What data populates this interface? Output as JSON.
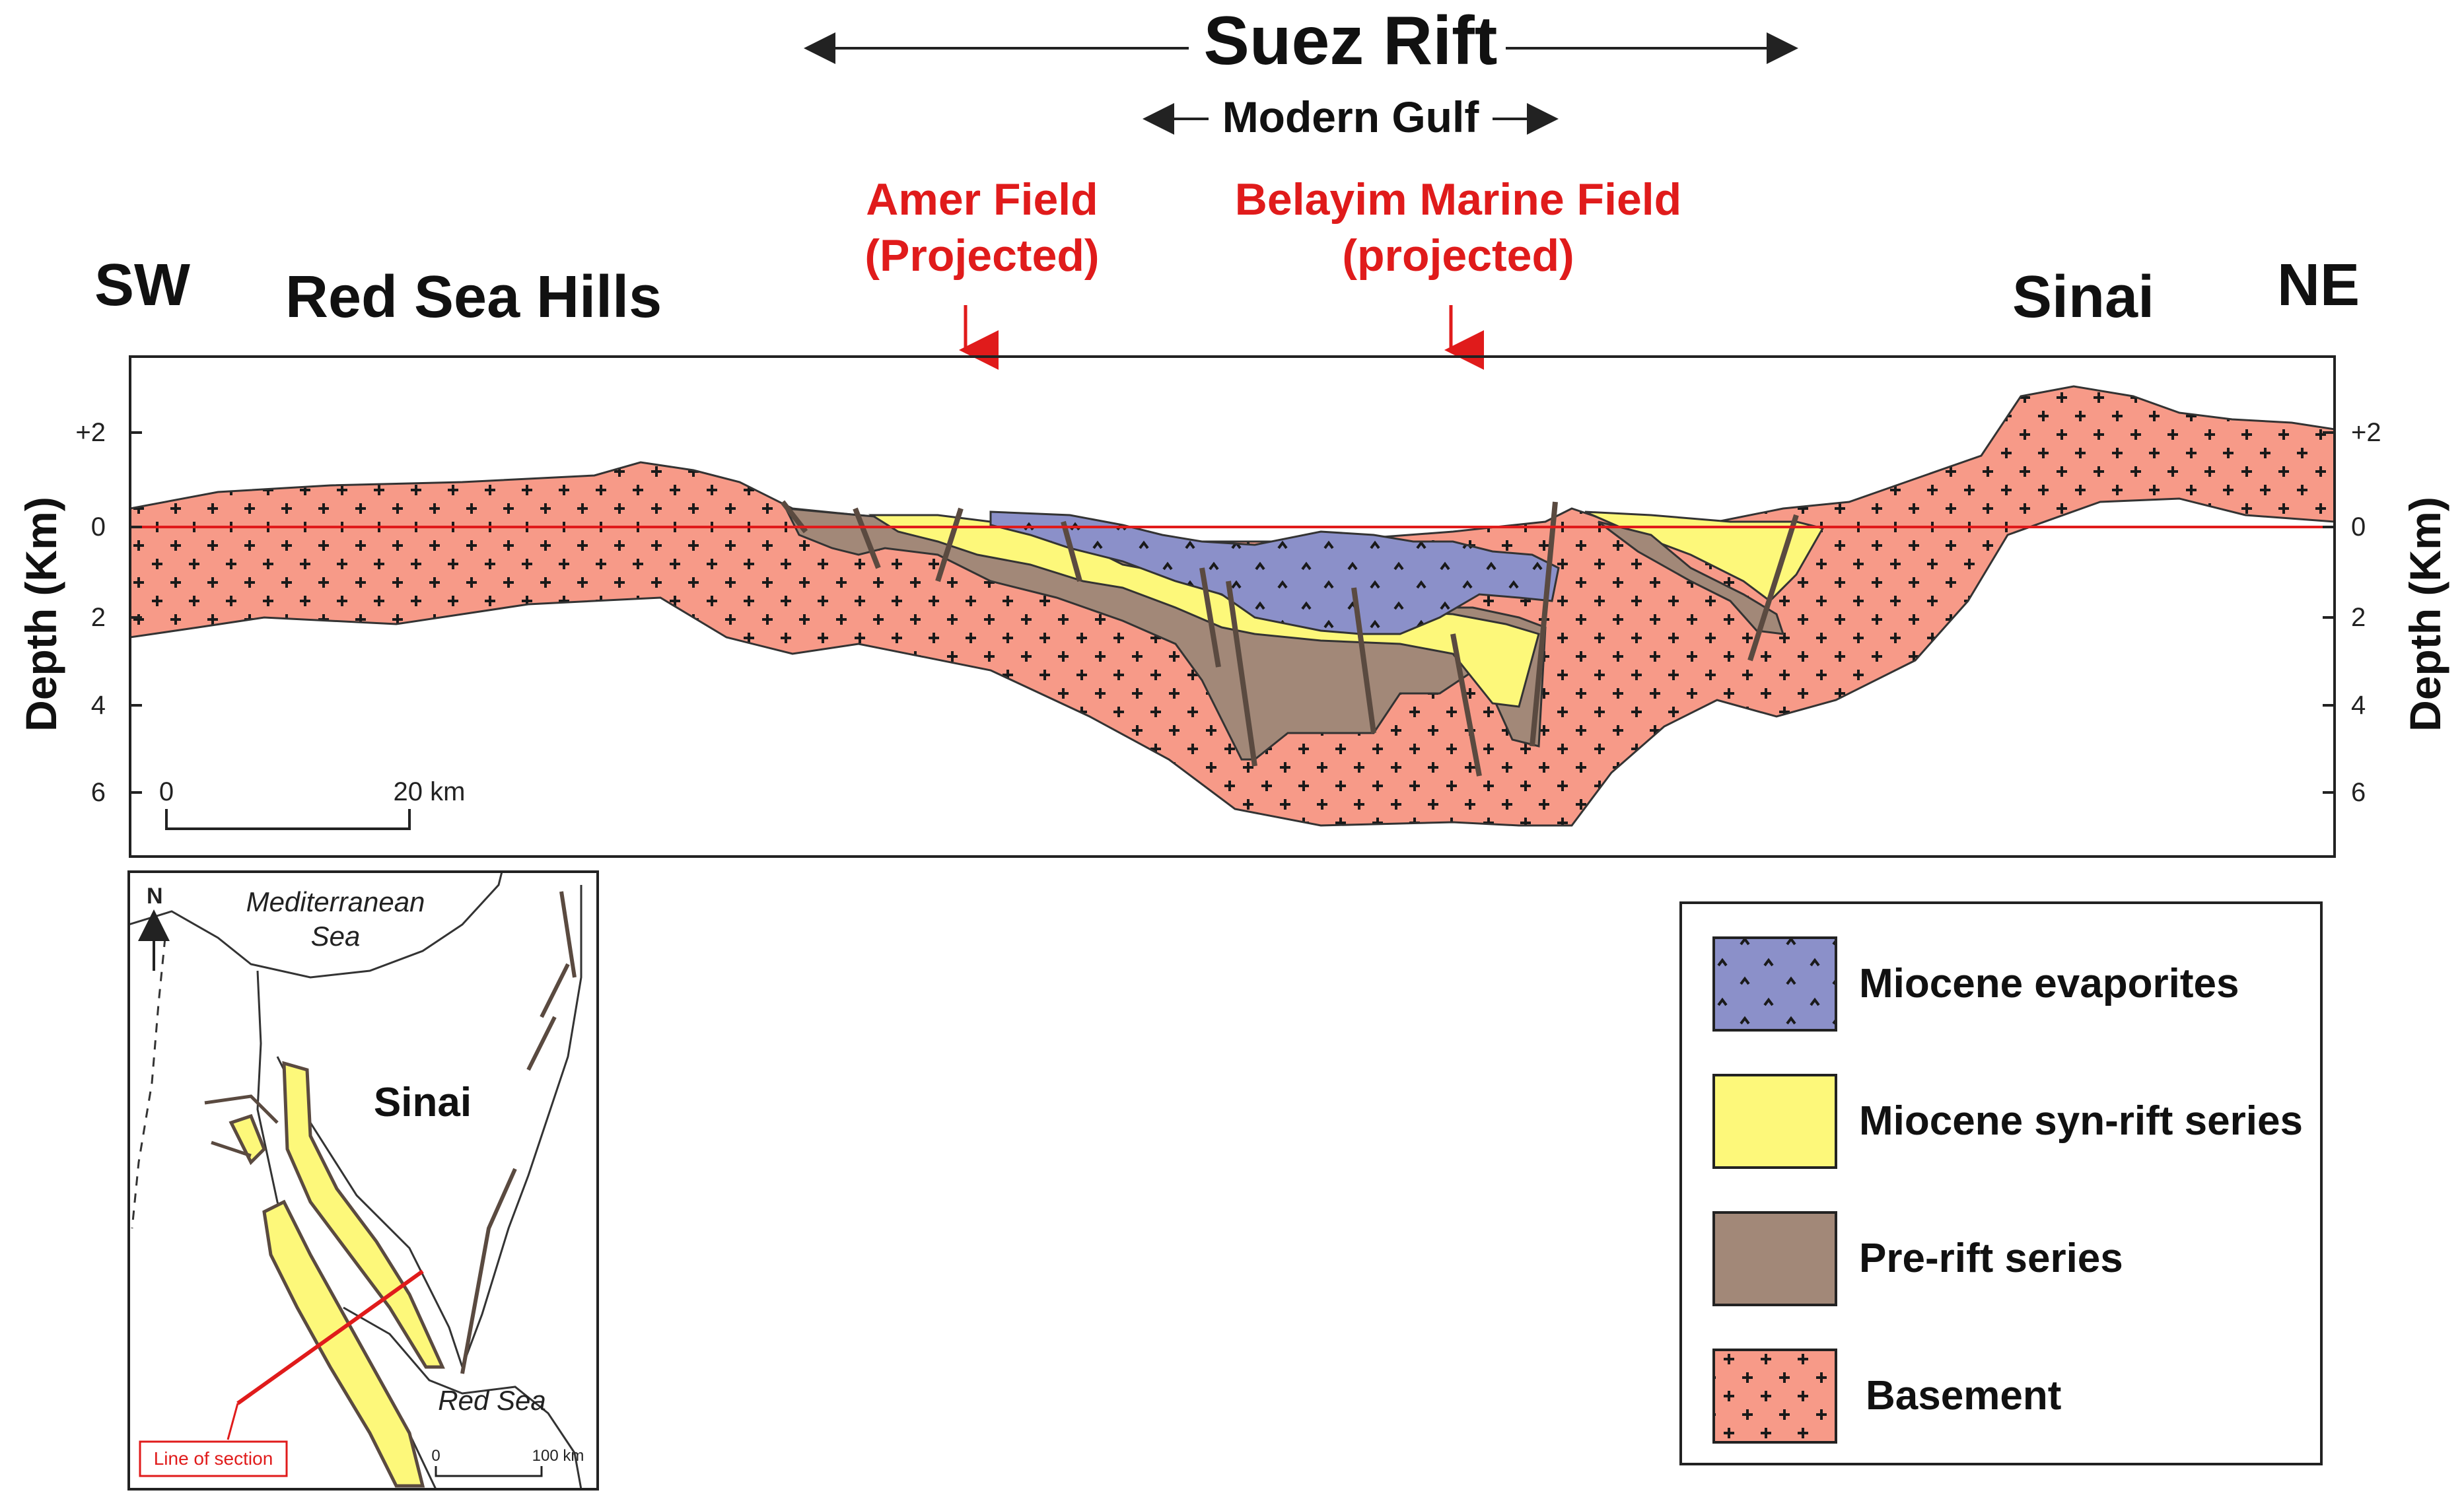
{
  "header": {
    "rift_title": "Suez Rift",
    "gulf_title": "Modern Gulf",
    "sw": "SW",
    "ne": "NE",
    "red_sea_hills": "Red Sea Hills",
    "sinai": "Sinai"
  },
  "fields": {
    "amer_line1": "Amer Field",
    "amer_line2": "(Projected)",
    "belayim_line1": "Belayim Marine Field",
    "belayim_line2": "(projected)"
  },
  "section": {
    "y_axis_label": "Depth (Km)",
    "left_ticks": [
      "+2",
      "0",
      "2",
      "4",
      "6"
    ],
    "right_ticks": [
      "+2",
      "0",
      "2",
      "4",
      "6"
    ],
    "scale_start": "0",
    "scale_end": "20 km"
  },
  "inset_map": {
    "north": "N",
    "sea_line1": "Mediterranean",
    "sea_line2": "Sea",
    "sinai": "Sinai",
    "red_sea": "Red Sea",
    "line_of_section": "Line of section",
    "scale_start": "0",
    "scale_end": "100 km"
  },
  "legend": {
    "items": [
      {
        "label": "Miocene evaporites",
        "color": "#8b90c9"
      },
      {
        "label": "Miocene syn-rift series",
        "color": "#fdf87a"
      },
      {
        "label": "Pre-rift series",
        "color": "#a28878"
      },
      {
        "label": "Basement",
        "color": "#f79a88"
      }
    ]
  },
  "colors": {
    "accent_red": "#e01b1b",
    "basement": "#f79a88",
    "synrift": "#fdf87a",
    "prerift": "#a28878",
    "evaporite": "#8b90c9"
  }
}
